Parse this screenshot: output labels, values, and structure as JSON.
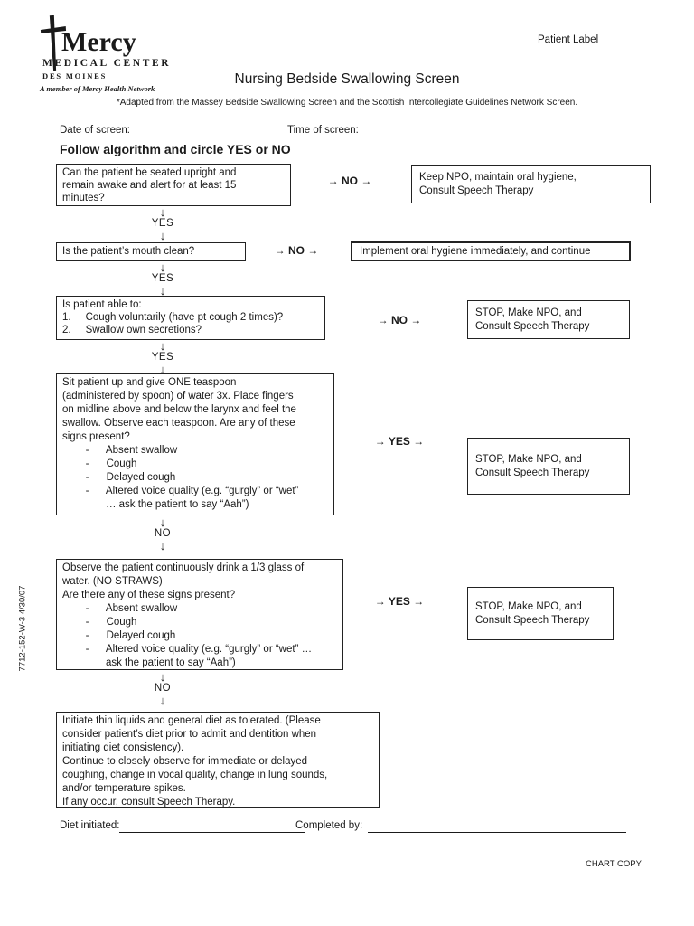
{
  "header": {
    "patient_label": "Patient Label",
    "title": "Nursing Bedside Swallowing Screen",
    "subtitle": "*Adapted from the Massey Bedside Swallowing Screen and the Scottish Intercollegiate Guidelines Network Screen.",
    "logo": {
      "name": "Mercy",
      "line2": "MEDICAL CENTER",
      "line3": "DES MOINES",
      "tagline": "A member of Mercy Health Network"
    }
  },
  "fields": {
    "date_label": "Date of screen:",
    "time_label": "Time of screen:",
    "diet_label": "Diet initiated:",
    "completed_label": "Completed by:"
  },
  "algorithm": {
    "heading": "Follow algorithm and circle YES or NO",
    "icons": {
      "down_arrow": "↓"
    },
    "steps": [
      {
        "question": "Can the patient be seated upright and\nremain awake and alert for at least 15\nminutes?",
        "branch": "→ NO →",
        "result": "Keep NPO, maintain oral hygiene,\nConsult Speech Therapy",
        "proceed": "YES"
      },
      {
        "question": "Is the patient’s mouth clean?",
        "branch": "→ NO →",
        "result": "Implement oral hygiene immediately, and continue",
        "proceed": "YES"
      },
      {
        "question": "Is patient able to:\n1.     Cough voluntarily (have pt cough 2 times)?\n2.     Swallow own secretions?",
        "branch": "→ NO →",
        "result": "STOP, Make NPO, and\nConsult Speech Therapy",
        "proceed": "YES"
      },
      {
        "question": "Sit patient up and give ONE teaspoon\n(administered by spoon) of water 3x. Place fingers\non midline above and below the larynx and feel the\nswallow. Observe each teaspoon. Are any of these\nsigns present?\n        -      Absent swallow\n        -      Cough\n        -      Delayed cough\n        -      Altered voice quality (e.g. “gurgly” or “wet”\n               … ask the patient to say “Aah”)",
        "branch": "→ YES →",
        "result": "STOP, Make NPO, and\nConsult Speech Therapy",
        "proceed": "NO"
      },
      {
        "question": "Observe the patient continuously drink a 1/3 glass of\nwater. (NO STRAWS)\nAre there any of these signs present?\n        -      Absent swallow\n        -      Cough\n        -      Delayed cough\n        -      Altered voice quality (e.g. “gurgly” or “wet” …\n               ask the patient to say “Aah”)",
        "branch": "→ YES →",
        "result": "STOP, Make NPO, and\nConsult Speech Therapy",
        "proceed": "NO"
      }
    ],
    "final": "Initiate thin liquids and general diet as tolerated. (Please\nconsider patient’s diet prior to admit and dentition when\ninitiating diet consistency).\nContinue to closely observe for immediate or delayed\ncoughing, change in vocal quality, change in lung sounds,\nand/or temperature spikes.\nIf any occur, consult Speech Therapy."
  },
  "footer": {
    "chart_copy": "CHART COPY",
    "form_number": "7712-152-W-3  4/30/07"
  }
}
